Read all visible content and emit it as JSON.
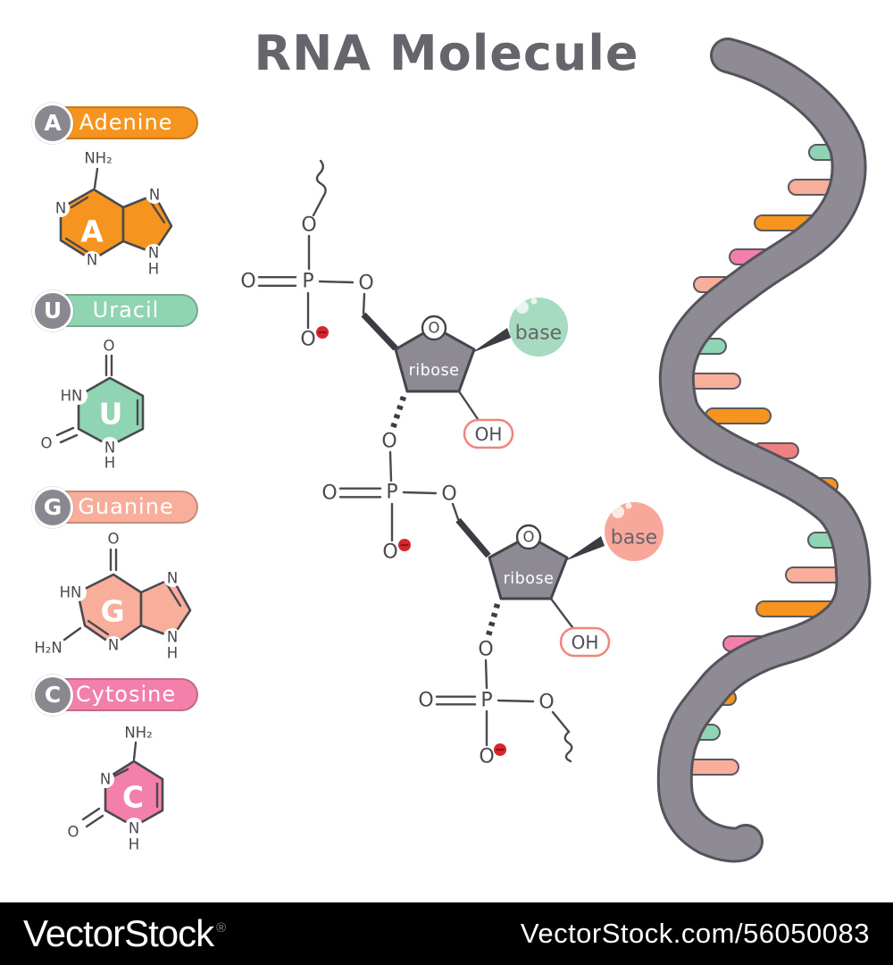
{
  "title": "RNA Molecule",
  "legend": [
    {
      "letter": "A",
      "name": "Adenine",
      "color": "#F5951F"
    },
    {
      "letter": "U",
      "name": "Uracil",
      "color": "#8FD4B3"
    },
    {
      "letter": "G",
      "name": "Guanine",
      "color": "#F9AE9B"
    },
    {
      "letter": "C",
      "name": "Cytosine",
      "color": "#F37FAB"
    }
  ],
  "atoms": {
    "n": "N",
    "hn": "HN",
    "nh2": "NH₂",
    "h2n": "H₂N",
    "o": "O",
    "h": "H"
  },
  "backbone": {
    "p": "P",
    "o": "O",
    "oh": "OH",
    "ribose": "ribose",
    "base": "base"
  },
  "helix": {
    "bars": [
      "#8FD4B3",
      "#F9AE9B",
      "#F5951F",
      "#F37FAB",
      "#F9AE9B",
      "#8FD4B3",
      "#F9AE9B",
      "#F5951F",
      "#ED8081",
      "#F5951F",
      "#8FD4B3",
      "#F9AE9B",
      "#F5951F",
      "#F37FAB",
      "#F5951F",
      "#8FD4B3",
      "#F9AE9B"
    ]
  },
  "palette": {
    "orange": "#F5951F",
    "teal": "#8FD4B3",
    "salmon": "#F9AE9B",
    "pink": "#F37FAB",
    "coral": "#ED8081",
    "strand_gray": "#8F8B95",
    "badge_gray": "#8A8791",
    "title_gray": "#67646C",
    "line_gray": "#4B4950",
    "charge_red": "#D7262C",
    "base_bubble_teal": "#A6DBC1",
    "base_bubble_coral": "#F8A89B",
    "oh_outline": "#F0857B"
  },
  "watermark": {
    "brand": "VectorStock",
    "reg": "®",
    "id": "VectorStock.com/56050083"
  }
}
